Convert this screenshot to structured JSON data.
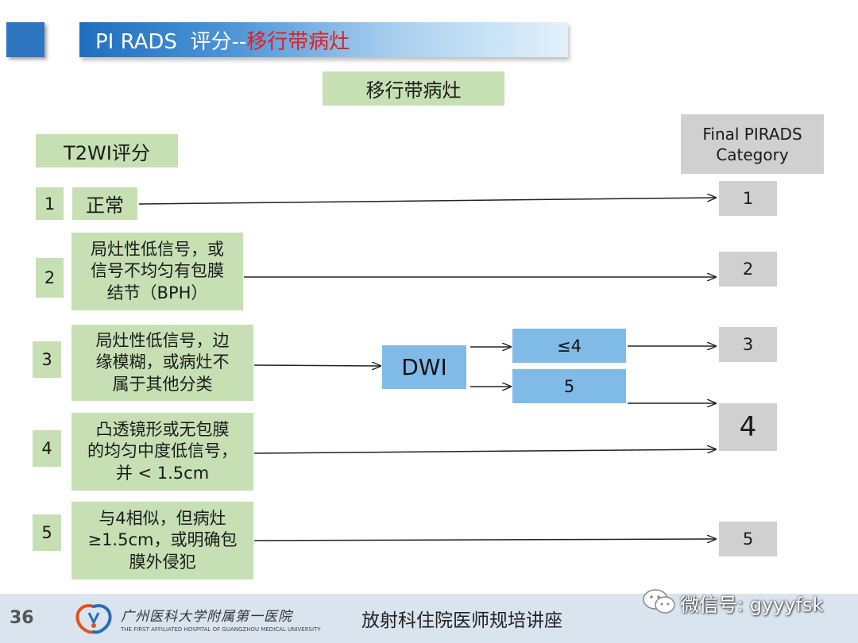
{
  "title": {
    "left": "PI RADS  评分--",
    "right": "移行带病灶"
  },
  "zone_label": "移行带病灶",
  "t2wi_header": "T2WI评分",
  "final_header": "Final PIRADS\nCategory",
  "scores": [
    {
      "score": "1",
      "description": "正常"
    },
    {
      "score": "2",
      "description": "局灶性低信号，或\n信号不均匀有包膜\n结节（BPH）"
    },
    {
      "score": "3",
      "description": "局灶性低信号，边\n缘模糊，或病灶不\n属于其他分类"
    },
    {
      "score": "4",
      "description": "凸透镜形或无包膜\n的均匀中度低信号，\n并 < 1.5cm"
    },
    {
      "score": "5",
      "description": "与4相似，但病灶\n≥1.5cm，或明确包\n膜外侵犯"
    }
  ],
  "dwi": {
    "label": "DWI",
    "branches": [
      "≤4",
      "5"
    ]
  },
  "final_categories": [
    "1",
    "2",
    "3",
    "4",
    "5"
  ],
  "colors": {
    "green_box": "#c6e0b4",
    "gray_box": "#d0d0d0",
    "blue_box": "#7fbbe6",
    "title_red": "#e81c1c",
    "title_bar": "#1f6fbe"
  },
  "footer": {
    "slide_number": "36",
    "hospital_name_cn": "广州医科大学附属第一医院",
    "hospital_name_en": "THE FIRST AFFILIATED HOSPITAL OF GUANGZHOU MEDICAL UNIVERSITY",
    "lecture_title": "放射科住院医师规培讲座",
    "watermark": "微信号: gyyyfsk"
  }
}
